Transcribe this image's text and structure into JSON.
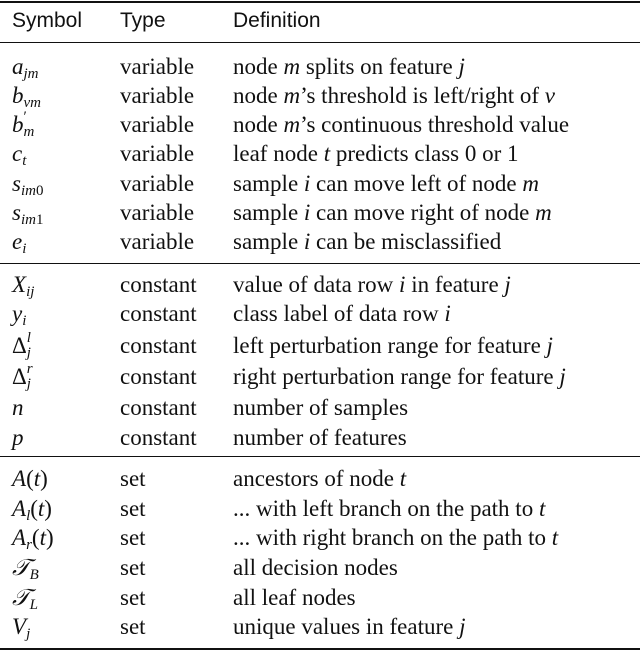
{
  "header": {
    "symbol": "Symbol",
    "type": "Type",
    "definition": "Definition"
  },
  "groups": [
    {
      "rows": [
        {
          "symbol": "a_jm",
          "type": "variable",
          "definition": "node m splits on feature j"
        },
        {
          "symbol": "b_vm",
          "type": "variable",
          "definition": "node m’s threshold is left/right of v"
        },
        {
          "symbol": "b'_m",
          "type": "variable",
          "definition": "node m’s continuous threshold value"
        },
        {
          "symbol": "c_t",
          "type": "variable",
          "definition": "leaf node t predicts class 0 or 1"
        },
        {
          "symbol": "s_im0",
          "type": "variable",
          "definition": "sample i can move left of node m"
        },
        {
          "symbol": "s_im1",
          "type": "variable",
          "definition": "sample i can move right of node m"
        },
        {
          "symbol": "e_i",
          "type": "variable",
          "definition": "sample i can be misclassified"
        }
      ]
    },
    {
      "rows": [
        {
          "symbol": "X_ij",
          "type": "constant",
          "definition": "value of data row i in feature j"
        },
        {
          "symbol": "y_i",
          "type": "constant",
          "definition": "class label of data row i"
        },
        {
          "symbol": "Δ^l_j",
          "type": "constant",
          "definition": "left perturbation range for feature j"
        },
        {
          "symbol": "Δ^r_j",
          "type": "constant",
          "definition": "right perturbation range for feature j"
        },
        {
          "symbol": "n",
          "type": "constant",
          "definition": "number of samples"
        },
        {
          "symbol": "p",
          "type": "constant",
          "definition": "number of features"
        }
      ]
    },
    {
      "rows": [
        {
          "symbol": "A(t)",
          "type": "set",
          "definition": "ancestors of node t"
        },
        {
          "symbol": "A_l(t)",
          "type": "set",
          "definition": "... with left branch on the path to t"
        },
        {
          "symbol": "A_r(t)",
          "type": "set",
          "definition": "... with right branch on the path to t"
        },
        {
          "symbol": "T_B",
          "type": "set",
          "definition": "all decision nodes"
        },
        {
          "symbol": "T_L",
          "type": "set",
          "definition": "all leaf nodes"
        },
        {
          "symbol": "V_j",
          "type": "set",
          "definition": "unique values in feature j"
        }
      ]
    }
  ]
}
